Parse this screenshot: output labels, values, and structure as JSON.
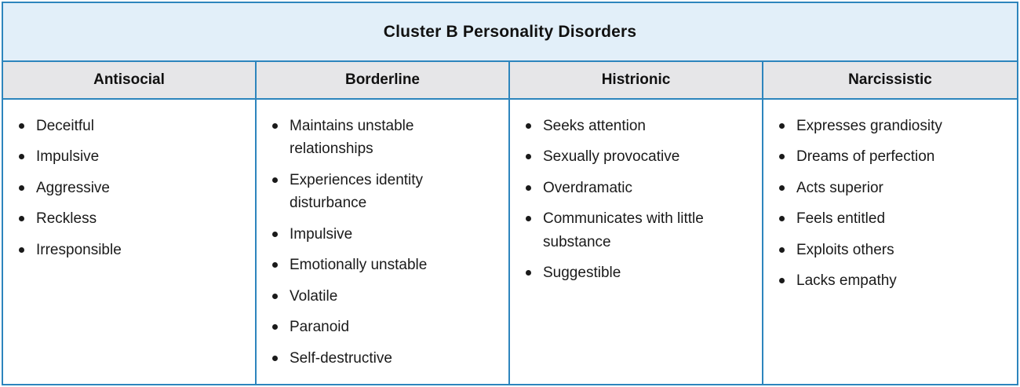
{
  "figure": {
    "title": "Cluster B Personality Disorders",
    "colors": {
      "border": "#2d85bd",
      "title_background": "#e2eff9",
      "header_background": "#e6e6e8",
      "body_background": "#ffffff",
      "text": "#1a1a1a"
    },
    "columns": [
      {
        "header": "Antisocial",
        "items": [
          "Deceitful",
          "Impulsive",
          "Aggressive",
          "Reckless",
          "Irresponsible"
        ]
      },
      {
        "header": "Borderline",
        "items": [
          "Maintains unstable relationships",
          "Experiences identity disturbance",
          "Impulsive",
          "Emotionally unstable",
          "Volatile",
          "Paranoid",
          "Self-destructive"
        ]
      },
      {
        "header": "Histrionic",
        "items": [
          "Seeks attention",
          "Sexually provocative",
          "Overdramatic",
          "Communicates with little substance",
          "Suggestible"
        ]
      },
      {
        "header": "Narcissistic",
        "items": [
          "Expresses grandiosity",
          "Dreams of perfection",
          "Acts superior",
          "Feels entitled",
          "Exploits others",
          "Lacks empathy"
        ]
      }
    ]
  }
}
